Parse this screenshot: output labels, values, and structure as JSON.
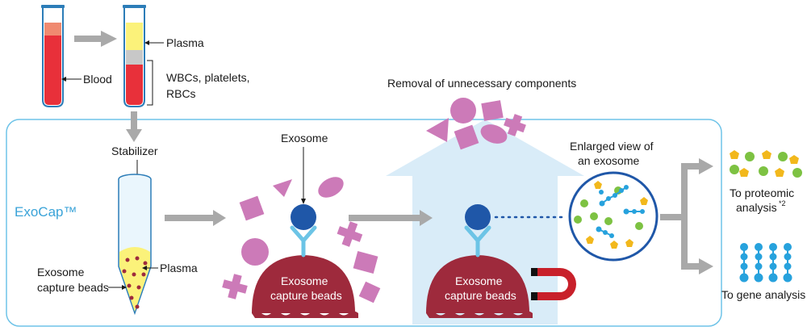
{
  "labels": {
    "plasma_top": "Plasma",
    "blood": "Blood",
    "cells_line1": "WBCs, platelets,",
    "cells_line2": "RBCs",
    "stabilizer": "Stabilizer",
    "brand": "ExoCap™",
    "plasma_tube": "Plasma",
    "beads_line1": "Exosome",
    "beads_line2": "capture beads",
    "exosome": "Exosome",
    "removal": "Removal of unnecessary components",
    "enlarged_line1": "Enlarged view of",
    "enlarged_line2": "an exosome",
    "proteomic_line1": "To proteomic",
    "proteomic_line2": "analysis",
    "proteomic_note": "*2",
    "gene": "To gene analysis",
    "bead1_line1": "Exosome",
    "bead1_line2": "capture beads",
    "bead2_line1": "Exosome",
    "bead2_line2": "capture beads"
  },
  "colors": {
    "blood": "#e8303a",
    "plasma": "#fbf27a",
    "panel_border": "#6ec3e8",
    "bead": "#9e2a3c",
    "exosome": "#1f57a8",
    "antibody": "#6cc4e6",
    "contaminant": "#cc7ab8",
    "arrow": "#a9a9a9",
    "removal_arrow": "#d9ecf8",
    "protein_green": "#7dc242",
    "protein_yellow": "#f2b81c",
    "rna": "#27a2dd",
    "magnet_red": "#c8202a"
  }
}
